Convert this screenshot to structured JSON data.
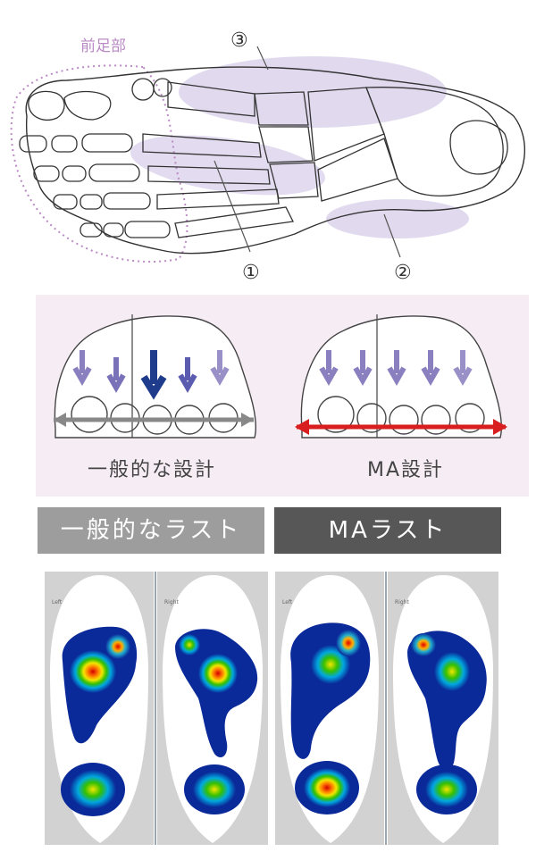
{
  "foot_diagram": {
    "forefoot_label": "前足部",
    "markers": [
      "①",
      "②",
      "③"
    ]
  },
  "design_comparison": {
    "general_label": "一般的な設計",
    "ma_label": "MA設計"
  },
  "last_comparison": {
    "general_label": "一般的なラスト",
    "ma_label": "MAラスト"
  },
  "pressure_maps": {
    "panels": [
      {
        "side_label": "Left"
      },
      {
        "side_label": "Right"
      },
      {
        "side_label": "Left"
      },
      {
        "side_label": "Right"
      }
    ]
  },
  "colors": {
    "arch_shade": "#d9d0ea",
    "arrow_light": "#8a80bf",
    "arrow_dark": "#1f3c8c",
    "arrow_general": "#777777",
    "arrow_ma": "#d81e1e",
    "forefoot_dots": "#b98ac4"
  }
}
